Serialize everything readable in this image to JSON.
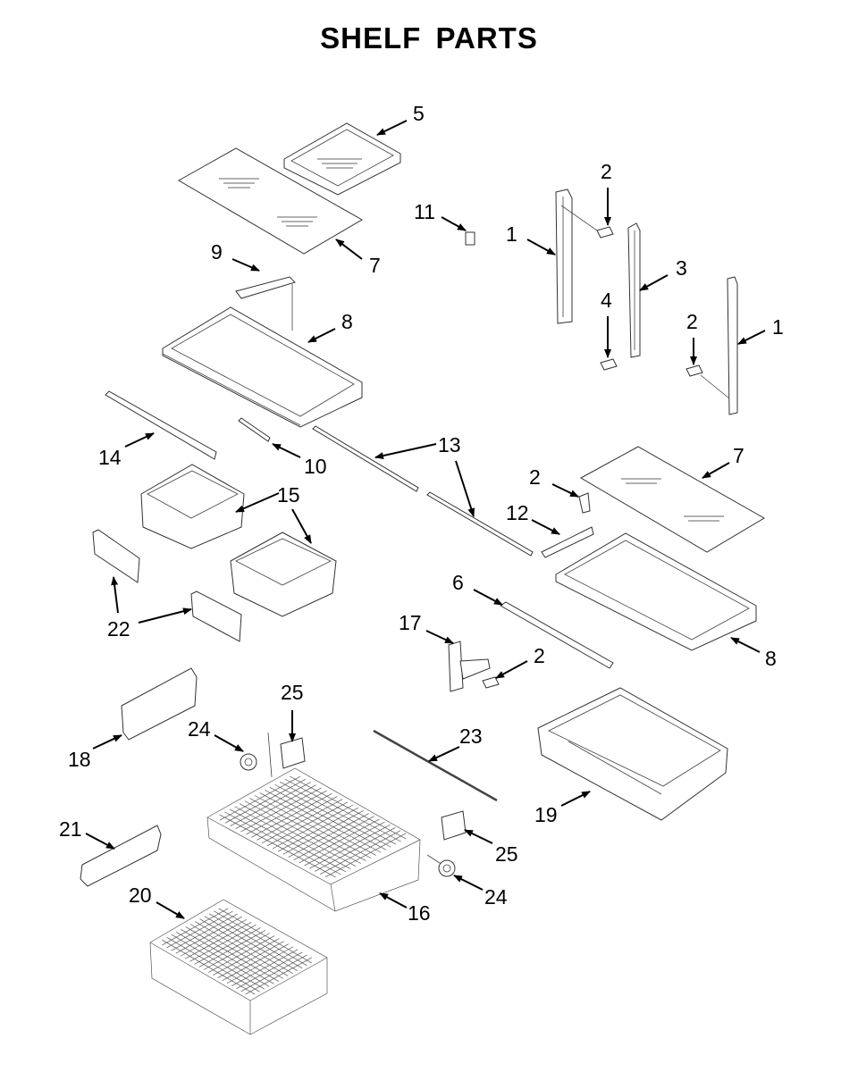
{
  "title": "SHELF PARTS",
  "callouts": [
    {
      "id": "c5",
      "label": "5"
    },
    {
      "id": "c7a",
      "label": "7"
    },
    {
      "id": "c9",
      "label": "9"
    },
    {
      "id": "c11",
      "label": "11"
    },
    {
      "id": "c2a",
      "label": "2"
    },
    {
      "id": "c1a",
      "label": "1"
    },
    {
      "id": "c3",
      "label": "3"
    },
    {
      "id": "c4",
      "label": "4"
    },
    {
      "id": "c2b",
      "label": "2"
    },
    {
      "id": "c1b",
      "label": "1"
    },
    {
      "id": "c8a",
      "label": "8"
    },
    {
      "id": "c14",
      "label": "14"
    },
    {
      "id": "c10",
      "label": "10"
    },
    {
      "id": "c13",
      "label": "13"
    },
    {
      "id": "c7b",
      "label": "7"
    },
    {
      "id": "c2c",
      "label": "2"
    },
    {
      "id": "c12",
      "label": "12"
    },
    {
      "id": "c15",
      "label": "15"
    },
    {
      "id": "c22",
      "label": "22"
    },
    {
      "id": "c6",
      "label": "6"
    },
    {
      "id": "c17",
      "label": "17"
    },
    {
      "id": "c2d",
      "label": "2"
    },
    {
      "id": "c8b",
      "label": "8"
    },
    {
      "id": "c25a",
      "label": "25"
    },
    {
      "id": "c24a",
      "label": "24"
    },
    {
      "id": "c23",
      "label": "23"
    },
    {
      "id": "c18",
      "label": "18"
    },
    {
      "id": "c19",
      "label": "19"
    },
    {
      "id": "c21",
      "label": "21"
    },
    {
      "id": "c25b",
      "label": "25"
    },
    {
      "id": "c24b",
      "label": "24"
    },
    {
      "id": "c20",
      "label": "20"
    },
    {
      "id": "c16",
      "label": "16"
    }
  ]
}
